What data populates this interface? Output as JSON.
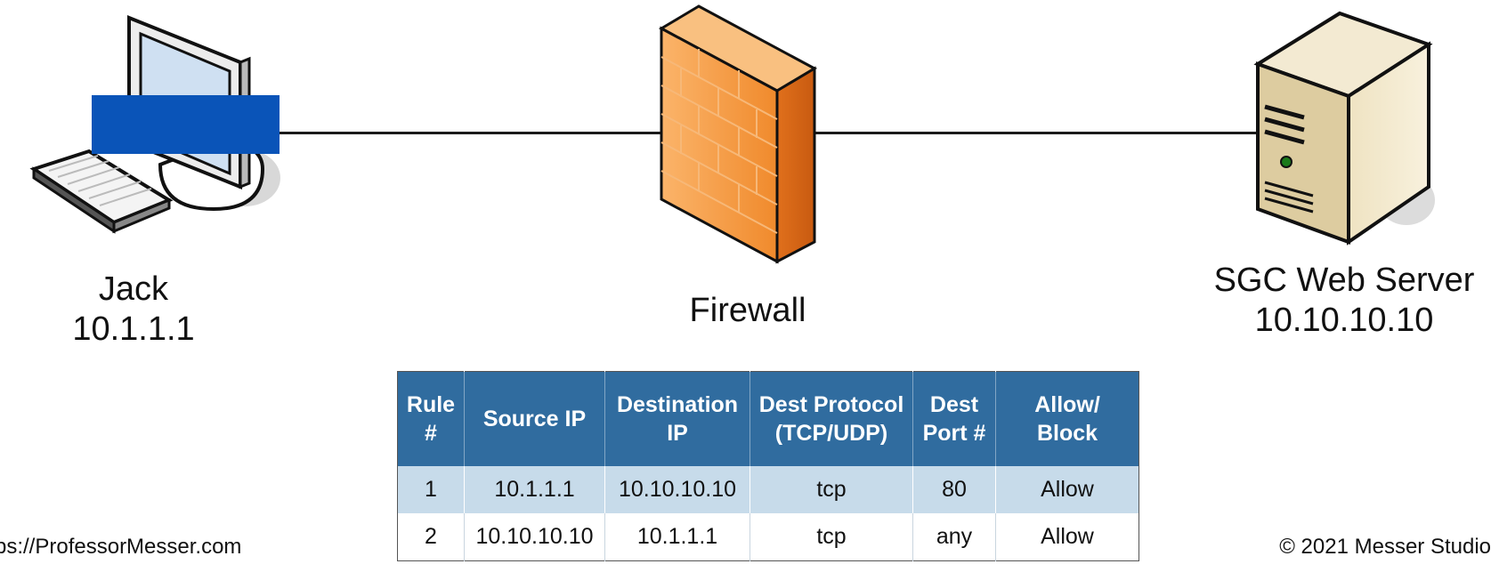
{
  "nodes": {
    "client": {
      "name": "Jack",
      "ip": "10.1.1.1"
    },
    "firewall": {
      "name": "Firewall"
    },
    "server": {
      "name": "SGC Web Server",
      "ip": "10.10.10.10"
    }
  },
  "rules_table": {
    "headers": [
      "Rule\n#",
      "Source IP",
      "Destination\nIP",
      "Dest Protocol\n(TCP/UDP)",
      "Dest\nPort #",
      "Allow/\nBlock"
    ],
    "rows": [
      [
        "1",
        "10.1.1.1",
        "10.10.10.10",
        "tcp",
        "80",
        "Allow"
      ],
      [
        "2",
        "10.10.10.10",
        "10.1.1.1",
        "tcp",
        "any",
        "Allow"
      ]
    ]
  },
  "footer": {
    "left": "ps://ProfessorMesser.com",
    "right": "© 2021 Messer Studio"
  },
  "colors": {
    "header_bg": "#306c9f",
    "row1_bg": "#c7dbea",
    "firewall_orange": "#f59a3e",
    "redaction_blue": "#0a54b8"
  },
  "icons": {
    "client": "desktop-computer-icon",
    "firewall": "brick-firewall-icon",
    "server": "tower-server-icon"
  }
}
